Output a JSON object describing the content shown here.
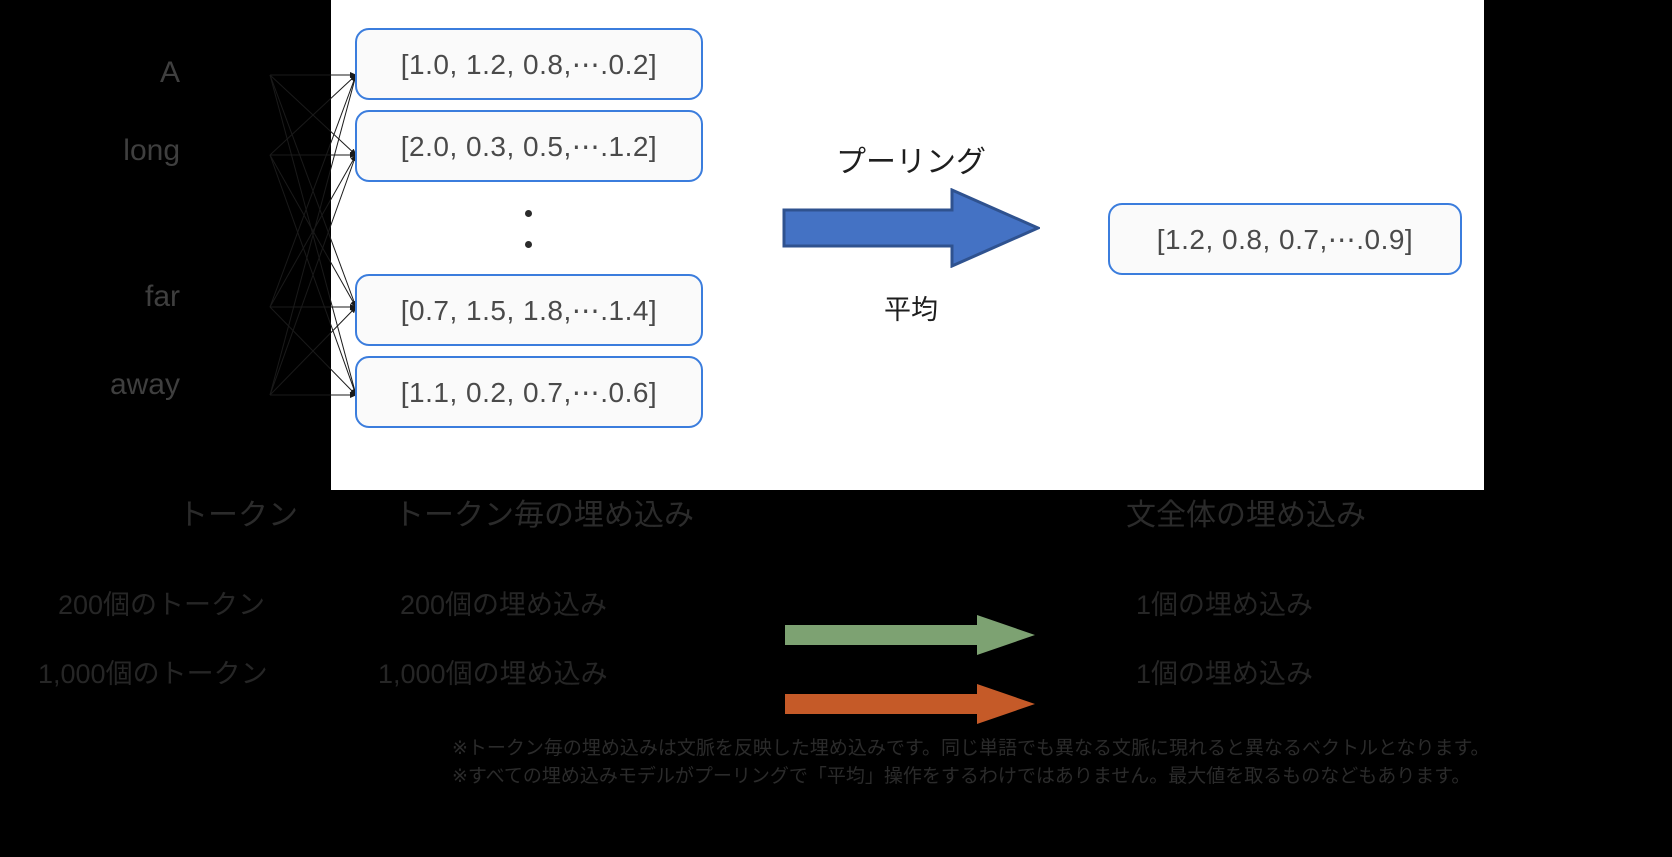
{
  "diagram": {
    "panel_background": "#ffffff",
    "page_background": "#000000",
    "tokens": [
      {
        "label": "A"
      },
      {
        "label": "long"
      },
      {
        "label": "far"
      },
      {
        "label": "away"
      }
    ],
    "token_embeddings": [
      {
        "value": "[1.0, 1.2, 0.8,⋯.0.2]"
      },
      {
        "value": "[2.0, 0.3, 0.5,⋯.1.2]"
      },
      {
        "value": "[0.7, 1.5, 1.8,⋯.1.4]"
      },
      {
        "value": "[1.1, 0.2, 0.7,⋯.0.6]"
      }
    ],
    "sentence_embedding": {
      "value": "[1.2, 0.8, 0.7,⋯.0.9]"
    },
    "pooling": {
      "title": "プーリング",
      "subtitle": "平均",
      "arrow_fill": "#4472c4",
      "arrow_stroke": "#2f528f"
    },
    "box_border_color": "#3b7ddd"
  },
  "captions": {
    "tokens": "トークン",
    "per_token_embeddings": "トークン毎の埋め込み",
    "sentence_embedding": "文全体の埋め込み"
  },
  "comparison_rows": [
    {
      "tokens": "200個のトークン",
      "embeddings": "200個の埋め込み",
      "result": "1個の埋め込み",
      "arrow_color": "#7da272"
    },
    {
      "tokens": "1,000個のトークン",
      "embeddings": "1,000個の埋め込み",
      "result": "1個の埋め込み",
      "arrow_color": "#c55a28"
    }
  ],
  "footnotes": [
    "※トークン毎の埋め込みは文脈を反映した埋め込みです。同じ単語でも異なる文脈に現れると異なるベクトルとなります。",
    "※すべての埋め込みモデルがプーリングで「平均」操作をするわけではありません。最大値を取るものなどもあります。"
  ]
}
